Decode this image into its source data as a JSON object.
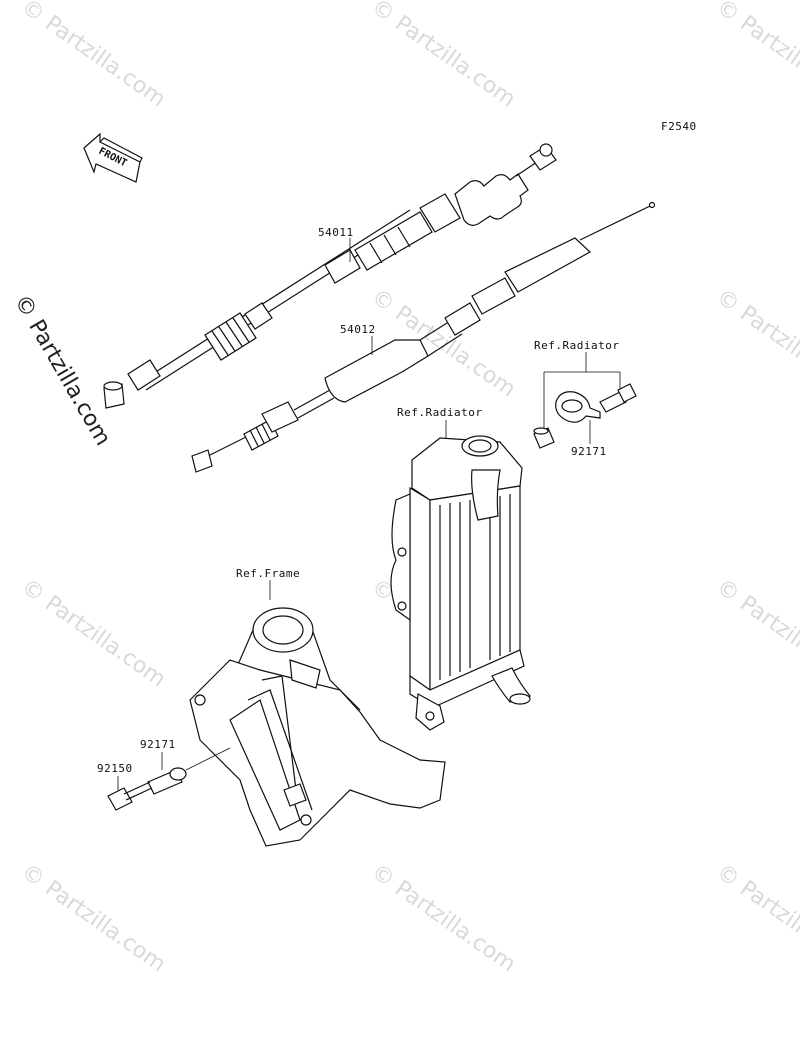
{
  "figure_code": "F2540",
  "front_label": "FRONT",
  "watermark": "© Partzilla.com",
  "callouts": {
    "p54011": "54011",
    "p54012": "54012",
    "p92171_top": "92171",
    "p92171_bottom": "92171",
    "p92150": "92150",
    "ref_radiator_top": "Ref.Radiator",
    "ref_radiator": "Ref.Radiator",
    "ref_frame": "Ref.Frame"
  },
  "colors": {
    "ink": "#111111",
    "watermark": "#d9d9d9",
    "background": "#ffffff"
  }
}
